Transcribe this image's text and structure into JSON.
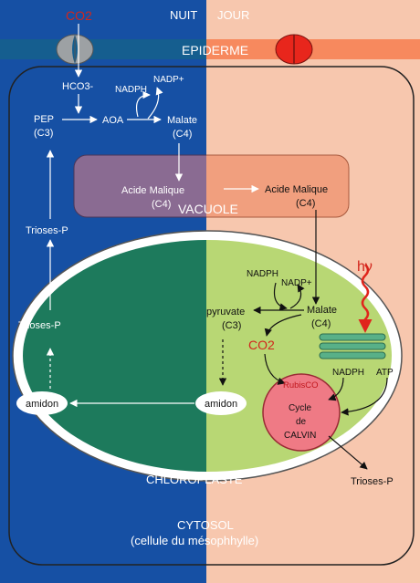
{
  "colors": {
    "night_bg": "#1650a4",
    "day_bg": "#f7c7ae",
    "epidermis_night": "#155e8f",
    "epidermis_day": "#f7895e",
    "vacuole_left": "#8a6b92",
    "vacuole_right": "#f19f7e",
    "chloro_night": "#1d7a5c",
    "chloro_day": "#b8d774",
    "stomata_open": "#e8261c",
    "stomata_closed": "#9da1a4",
    "calvin": "#ef7a85",
    "thylakoid": "#58b088",
    "light_arrow": "#e0251c",
    "red_text": "#d2261c"
  },
  "header": {
    "night": "NUIT",
    "day": "JOUR",
    "co2_top": "CO2"
  },
  "epidermis_label": "EPIDERME",
  "night": {
    "hco3": "HCO3-",
    "nadph": "NADPH",
    "nadp": "NADP+",
    "pep": "PEP",
    "pep_c3": "(C3)",
    "aoa": "AOA",
    "malate": "Malate",
    "malate_c4": "(C4)",
    "trioses_upper": "Trioses-P",
    "trioses_lower": "Trioses-P",
    "amidon": "amidon"
  },
  "vacuole": {
    "acide_malique_left": "Acide Malique",
    "acide_malique_left_c4": "(C4)",
    "acide_malique_right": "Acide Malique",
    "acide_malique_right_c4": "(C4)",
    "label": "VACUOLE"
  },
  "day": {
    "hv": "hν",
    "nadph": "NADPH",
    "nadp": "NADP+",
    "pyruvate": "pyruvate",
    "pyruvate_c3": "(C3)",
    "malate": "Malate",
    "malate_c4": "(C4)",
    "co2": "CO2",
    "nadph_thyl": "NADPH",
    "atp": "ATP",
    "rubisco": "RubisCO",
    "cycle1": "Cycle",
    "cycle2": "de",
    "cycle3": "CALVIN",
    "amidon": "amidon",
    "trioses": "Trioses-P"
  },
  "chloroplast_label": "CHLOROPLASTE",
  "cytosol": {
    "line1": "CYTOSOL",
    "line2": "(cellule du mésophhylle)"
  }
}
